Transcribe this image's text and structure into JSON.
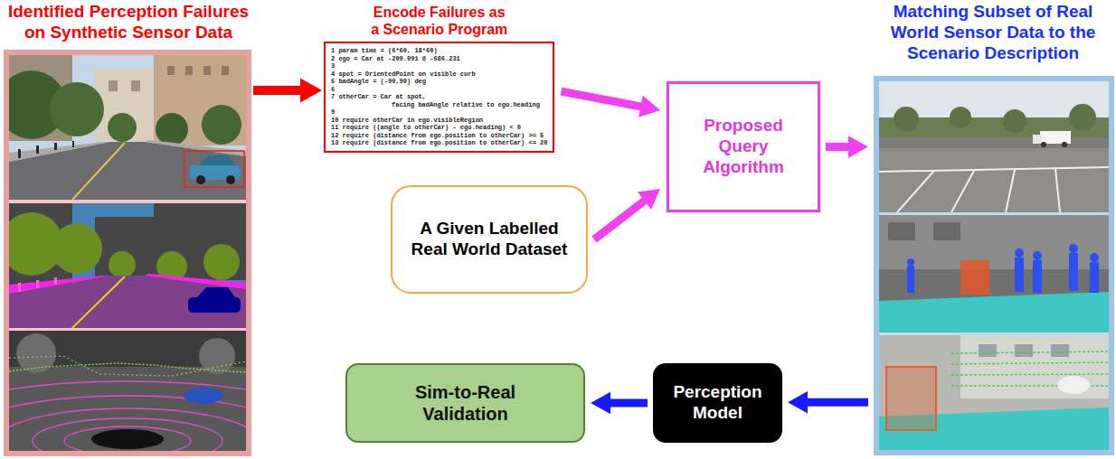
{
  "diagram": {
    "nodes": [
      {
        "text": [
          "Identified Perception Failures on Synthetic Sensor Data"
        ]
      },
      {
        "text": [
          "Encode Failures as a Scenario Program",
          "1 param time = (6*60, 18*60)",
          "2 ego = Car at -209.091 @ -686.231",
          "3",
          "4 spot = OrientedPoint on visible curb",
          "5 badAngle = (-90,90) deg",
          "6",
          "7 otherCar = Car at spot,",
          "facing badAngle relative to ego.heading",
          "9",
          "10 require otherCar in ego.visibleRegion",
          "11 require ((angle to otherCar) - ego.heading) < 0",
          "12 require (distance from ego.position to otherCar) >= 5",
          "13 require (distance from ego.position to otherCar) <= 20"
        ]
      },
      {
        "text": [
          "A Given Labelled Real World Dataset"
        ]
      },
      {
        "text": [
          "Proposed Query Algorithm"
        ]
      },
      {
        "text": [
          "Matching Subset of Real World Sensor Data to the Scenario Description"
        ]
      },
      {
        "text": [
          "Perception Model"
        ]
      },
      {
        "text": [
          "Sim-to-Real Validation"
        ]
      }
    ],
    "edges": [
      {
        "from": 0,
        "to": 1,
        "arrow": "to"
      },
      {
        "from": 1,
        "to": 3,
        "arrow": "to"
      },
      {
        "from": 2,
        "to": 3,
        "arrow": "to"
      },
      {
        "from": 3,
        "to": 4,
        "arrow": "to"
      },
      {
        "from": 4,
        "to": 5,
        "arrow": "to"
      },
      {
        "from": 5,
        "to": 6,
        "arrow": "to"
      }
    ]
  }
}
